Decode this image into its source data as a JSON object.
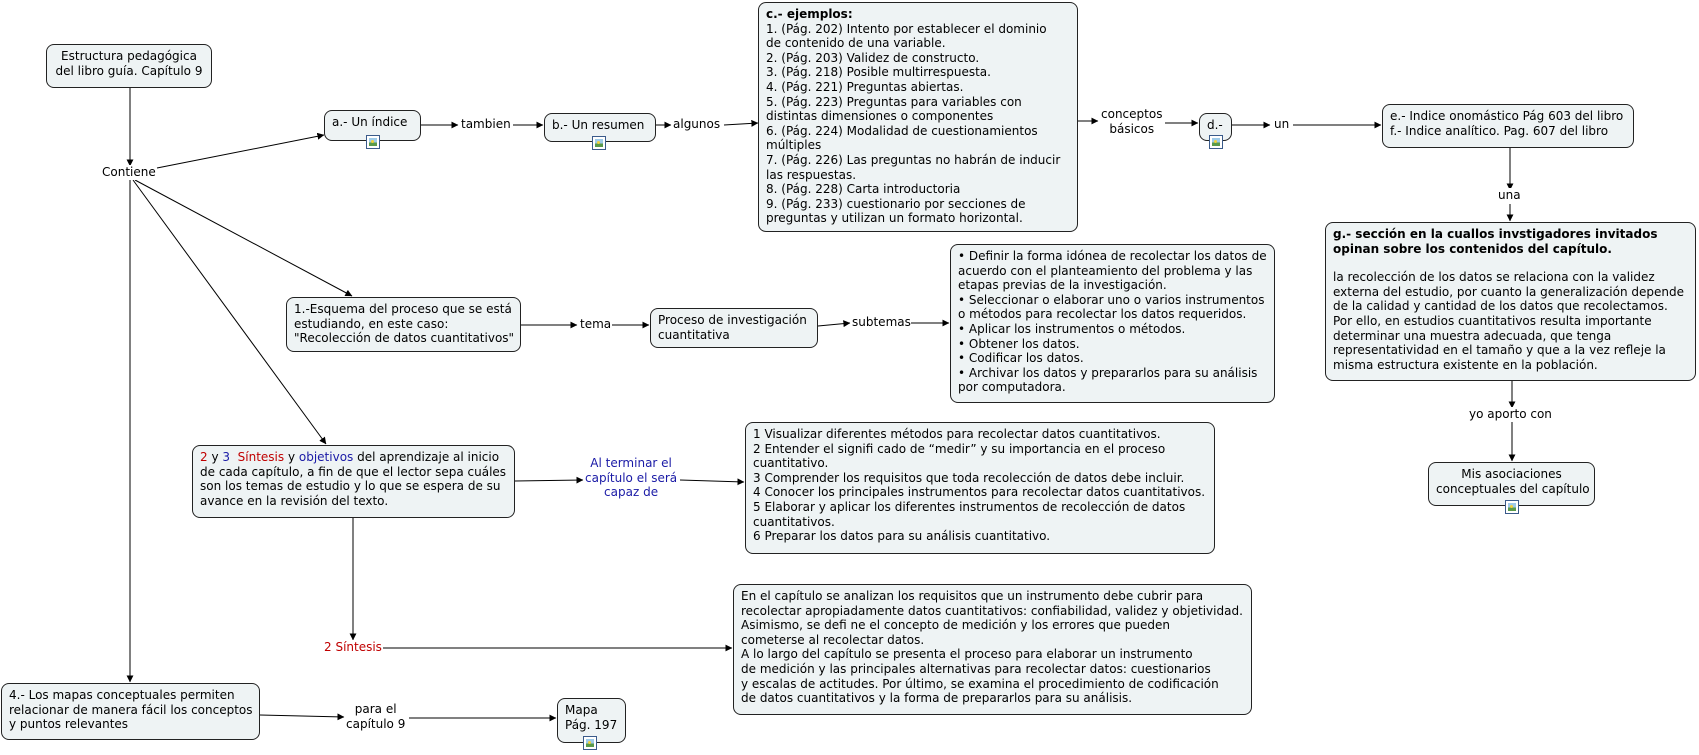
{
  "nodes": {
    "root": [
      "Estructura pedagógica",
      "del libro guía. Capítulo 9"
    ],
    "indice": "a.- Un índice",
    "resumen": "b.- Un resumen",
    "ejemplos_title": "c.- ejemplos:",
    "ejemplos": [
      "1. (Pág. 202) Intento por establecer el dominio",
      "de contenido de una variable.",
      "2. (Pág. 203) Validez de constructo.",
      "3. (Pág. 218) Posible multirrespuesta.",
      "4. (Pág. 221) Preguntas abiertas.",
      "5. (Pág. 223) Preguntas para variables con",
      "distintas dimensiones o componentes",
      "6. (Pág. 224) Modalidad de cuestionamientos",
      "múltiples",
      "7. (Pág. 226) Las preguntas no habrán de inducir",
      "las respuestas.",
      "8. (Pág. 228) Carta introductoria",
      "9. (Pág. 233) cuestionario por secciones de",
      "preguntas y utilizan un formato horizontal."
    ],
    "d": "d.-",
    "indices": [
      "e.- Indice onomástico Pág 603 del libro",
      "f.- Indice analítico. Pag. 607 del libro"
    ],
    "g_title": [
      "g.- sección en la cuallos invstigadores invitados",
      "opinan sobre los contenidos del capítulo."
    ],
    "g_body": [
      "la recolección de los datos se relaciona con la validez",
      "externa del estudio, por cuanto la generalización depende",
      "de la calidad y cantidad de los datos que recolectamos.",
      "Por ello, en estudios cuantitativos resulta importante",
      "determinar una muestra adecuada, que tenga",
      "representatividad en el tamaño y que a la vez refleje la",
      "misma estructura existente en la población."
    ],
    "asociaciones": [
      "Mis asociaciones",
      "conceptuales del capítulo"
    ],
    "esquema": [
      "1.-Esquema del proceso que se está",
      "estudiando, en este caso:",
      "\"Recolección de datos cuantitativos\""
    ],
    "proceso": [
      "Proceso de investigación",
      "cuantitativa"
    ],
    "subtemas": [
      "• Definir la forma idónea de recolectar los datos de",
      "acuerdo con el planteamiento del problema y las",
      "etapas previas de la investigación.",
      "• Seleccionar o elaborar uno o varios instrumentos",
      "o métodos para recolectar los datos requeridos.",
      "• Aplicar los instrumentos o métodos.",
      "• Obtener los datos.",
      "• Codificar los datos.",
      "• Archivar los datos y prepararlos para su análisis",
      "por computadora."
    ],
    "sintesis_obj": {
      "n2": "2",
      "y1": " y ",
      "n3": "3",
      "sintesis": "Síntesis",
      "y2": " y ",
      "objetivos": "objetivos",
      "rest1": " del aprendizaje al inicio",
      "lines": [
        "de cada capítulo, a fin de que el lector sepa cuáles",
        "son los temas de estudio y lo que se espera de su",
        "avance en la revisión del texto."
      ]
    },
    "objetivos_list": [
      "1 Visualizar diferentes métodos para recolectar datos cuantitativos.",
      "2 Entender el signifi cado de “medir” y su importancia en el proceso",
      "cuantitativo.",
      "3 Comprender los requisitos que toda recolección de datos debe incluir.",
      "4 Conocer los principales instrumentos para recolectar datos cuantitativos.",
      "5 Elaborar y aplicar los diferentes instrumentos de recolección de datos",
      "cuantitativos.",
      "6 Preparar los datos para su análisis cuantitativo."
    ],
    "sintesis_text": [
      "En el capítulo se analizan los requisitos que un instrumento debe cubrir para",
      "recolectar apropiadamente datos cuantitativos: confiabilidad, validez y objetividad.",
      "Asimismo, se defi ne el concepto de medición y los errores que pueden",
      "cometerse al recolectar datos.",
      "A lo largo del capítulo se presenta el proceso para elaborar un instrumento",
      "de medición y las principales alternativas para recolectar datos: cuestionarios",
      "y escalas de actitudes. Por último, se examina el procedimiento de codificación",
      "de datos cuantitativos y la forma de prepararlos para su análisis."
    ],
    "mapas": [
      "4.- Los mapas conceptuales permiten",
      "relacionar de manera fácil los conceptos",
      "y puntos relevantes"
    ],
    "mapa": [
      "Mapa",
      "Pág. 197"
    ]
  },
  "labels": {
    "contiene": "Contiene",
    "tambien": "tambien",
    "algunos": "algunos",
    "conceptos": [
      "conceptos",
      "básicos"
    ],
    "un": "un",
    "una": "una",
    "yo_aporto": "yo aporto con",
    "tema": "tema",
    "subtemas": "subtemas",
    "al_terminar": [
      "Al terminar el",
      "capítulo el será",
      "capaz de"
    ],
    "dos_sintesis": "2 Síntesis",
    "para_el": [
      "para el",
      "capítulo 9"
    ]
  },
  "colors": {
    "node_fill": "#eef3f4",
    "border": "#222222",
    "red": "#c00000",
    "blue": "#1a1aa6"
  }
}
